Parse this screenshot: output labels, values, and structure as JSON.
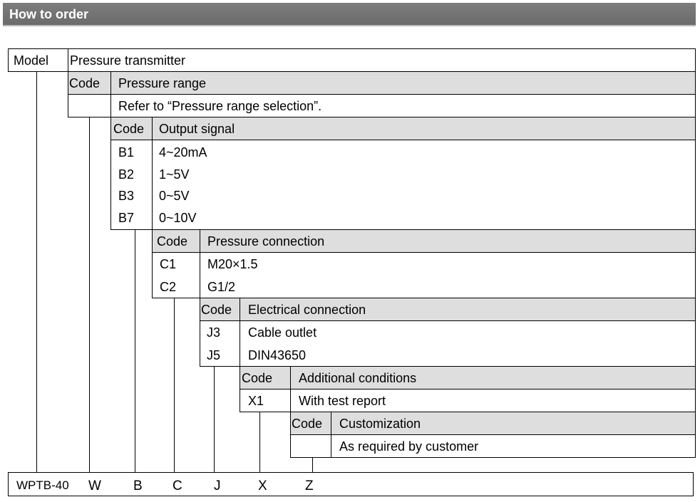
{
  "header": {
    "title": "How to order"
  },
  "model": {
    "label": "Model",
    "value": "Pressure transmitter"
  },
  "pressure_range": {
    "code_label": "Code",
    "title": "Pressure range",
    "note": "Refer to “Pressure range selection”."
  },
  "output_signal": {
    "code_label": "Code",
    "title": "Output signal",
    "rows": [
      {
        "code": "B1",
        "desc": "4~20mA"
      },
      {
        "code": "B2",
        "desc": "1~5V"
      },
      {
        "code": "B3",
        "desc": "0~5V"
      },
      {
        "code": "B7",
        "desc": "0~10V"
      }
    ]
  },
  "pressure_connection": {
    "code_label": "Code",
    "title": "Pressure connection",
    "rows": [
      {
        "code": "C1",
        "desc": "M20×1.5"
      },
      {
        "code": "C2",
        "desc": "G1/2"
      }
    ]
  },
  "electrical_connection": {
    "code_label": "Code",
    "title": "Electrical connection",
    "rows": [
      {
        "code": "J3",
        "desc": "Cable outlet"
      },
      {
        "code": "J5",
        "desc": "DIN43650"
      }
    ]
  },
  "additional_conditions": {
    "code_label": "Code",
    "title": "Additional conditions",
    "rows": [
      {
        "code": "X1",
        "desc": "With test report"
      }
    ]
  },
  "customization": {
    "code_label": "Code",
    "title": "Customization",
    "note": "As required by customer"
  },
  "order_code": {
    "model": "WPTB-40",
    "codes": [
      "W",
      "B",
      "C",
      "J",
      "X",
      "Z"
    ]
  },
  "colors": {
    "title_bar": "#747474",
    "header_shade": "#dedede"
  }
}
